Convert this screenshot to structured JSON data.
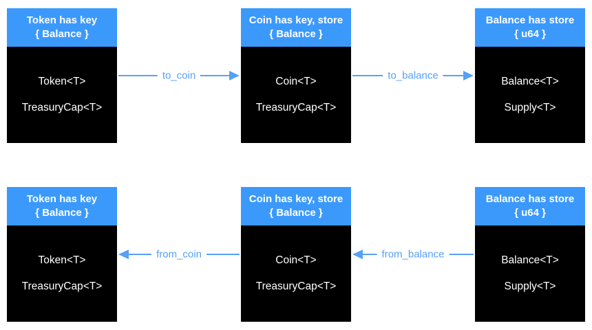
{
  "diagram": {
    "title": "Token / Coin / Balance conversion diagram",
    "colors": {
      "canvas_bg": "#ffffff",
      "header_bg": "#3B99FC",
      "header_text": "#ffffff",
      "body_bg": "#000000",
      "body_text": "#ffffff",
      "arrow": "#57A0F5"
    },
    "rows": [
      {
        "boxes": [
          {
            "title1": "Token has key",
            "title2": "{ Balance }",
            "fields": [
              "Token<T>",
              "TreasuryCap<T>"
            ]
          },
          {
            "title1": "Coin has key, store",
            "title2": "{ Balance }",
            "fields": [
              "Coin<T>",
              "TreasuryCap<T>"
            ]
          },
          {
            "title1": "Balance has store",
            "title2": "{ u64 }",
            "fields": [
              "Balance<T>",
              "Supply<T>"
            ]
          }
        ],
        "arrows": [
          {
            "label": "to_coin",
            "direction": "right"
          },
          {
            "label": "to_balance",
            "direction": "right"
          }
        ]
      },
      {
        "boxes": [
          {
            "title1": "Token has key",
            "title2": "{ Balance }",
            "fields": [
              "Token<T>",
              "TreasuryCap<T>"
            ]
          },
          {
            "title1": "Coin has key, store",
            "title2": "{ Balance }",
            "fields": [
              "Coin<T>",
              "TreasuryCap<T>"
            ]
          },
          {
            "title1": "Balance has store",
            "title2": "{ u64 }",
            "fields": [
              "Balance<T>",
              "Supply<T>"
            ]
          }
        ],
        "arrows": [
          {
            "label": "from_coin",
            "direction": "left"
          },
          {
            "label": "from_balance",
            "direction": "left"
          }
        ]
      }
    ]
  }
}
